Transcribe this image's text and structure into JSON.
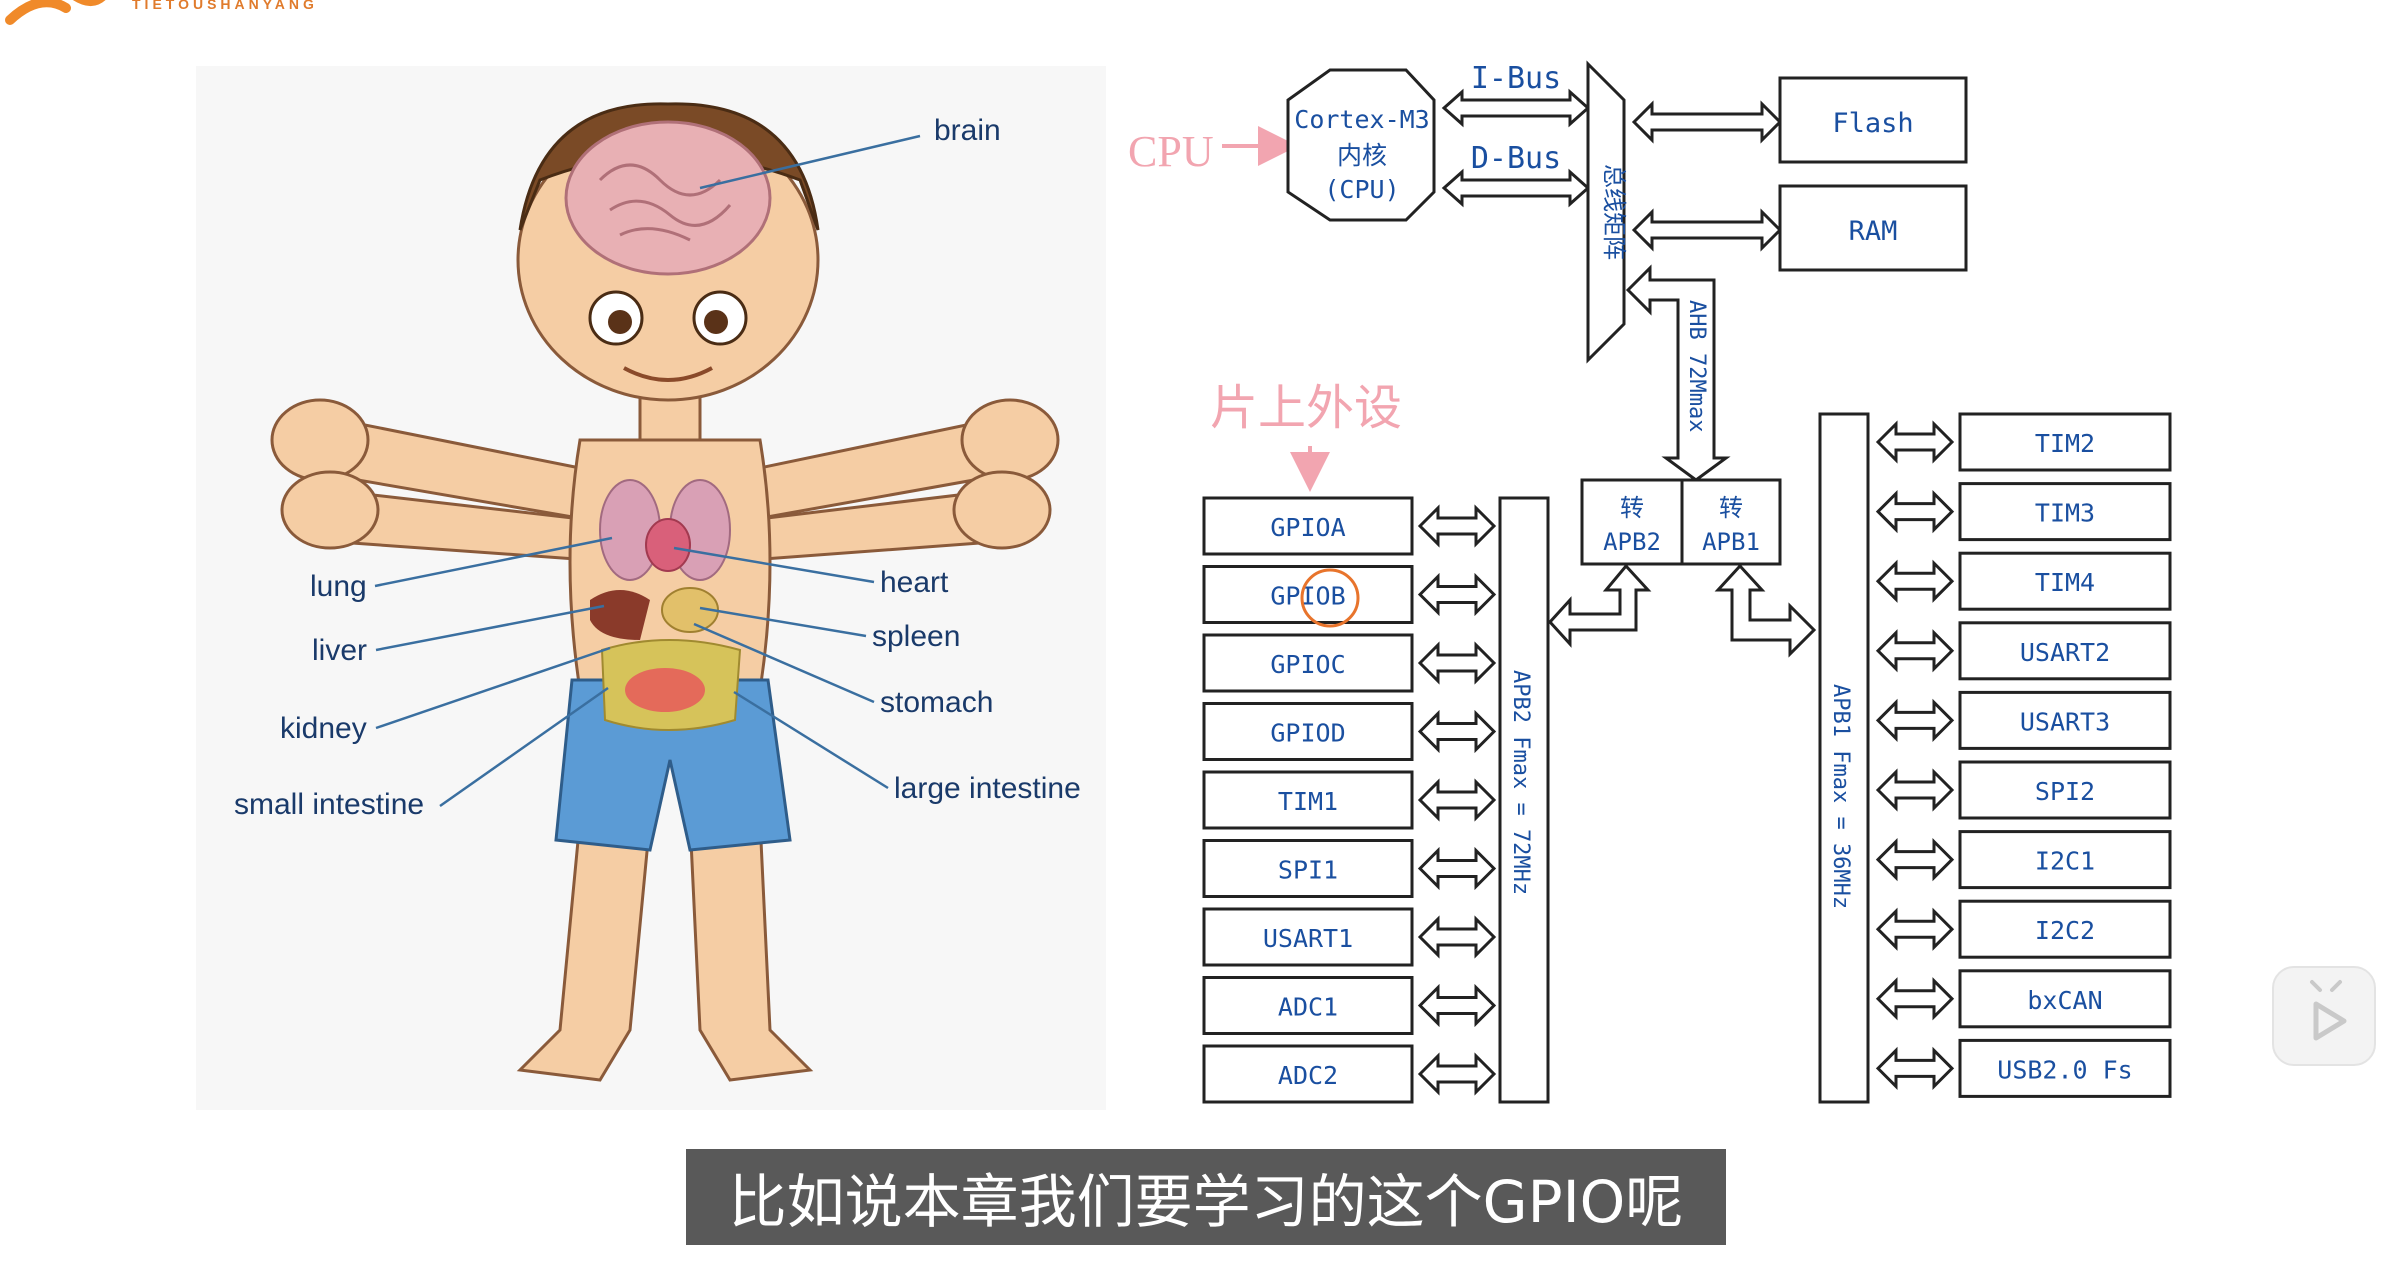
{
  "video": {
    "logo_text": "TIETOUSHANYANG",
    "subtitle": "比如说本章我们要学习的这个GPIO呢"
  },
  "body_diagram": {
    "labels": {
      "brain": "brain",
      "lung": "lung",
      "liver": "liver",
      "kidney": "kidney",
      "small_intestine": "small intestine",
      "heart": "heart",
      "spleen": "spleen",
      "stomach": "stomach",
      "large_intestine": "large intestine"
    }
  },
  "mcu_diagram": {
    "cpu_annotation": "CPU",
    "core": {
      "line1": "Cortex-M3",
      "line2": "内核",
      "line3": "(CPU)"
    },
    "ibus": "I-Bus",
    "dbus": "D-Bus",
    "bus_matrix": "总线矩阵",
    "flash": "Flash",
    "ram": "RAM",
    "ahb": "AHB 72Mmax",
    "peripheral_annotation": "片上外设",
    "bridge_apb2": {
      "top": "转",
      "bottom": "APB2"
    },
    "bridge_apb1": {
      "top": "转",
      "bottom": "APB1"
    },
    "apb2_bus": "APB2 Fmax = 72MHz",
    "apb1_bus": "APB1 Fmax = 36MHz",
    "apb2_peripherals": [
      "GPIOA",
      "GPIOB",
      "GPIOC",
      "GPIOD",
      "TIM1",
      "SPI1",
      "USART1",
      "ADC1",
      "ADC2"
    ],
    "apb1_peripherals": [
      "TIM2",
      "TIM3",
      "TIM4",
      "USART2",
      "USART3",
      "SPI2",
      "I2C1",
      "I2C2",
      "bxCAN",
      "USB2.0 Fs"
    ],
    "colors": {
      "annotation": "#f2a5b0",
      "highlight_circle": "#e8742c",
      "bus_text": "#1a4fa0",
      "box_stroke": "#222222"
    }
  },
  "player": {
    "play_icon": "play-icon"
  }
}
